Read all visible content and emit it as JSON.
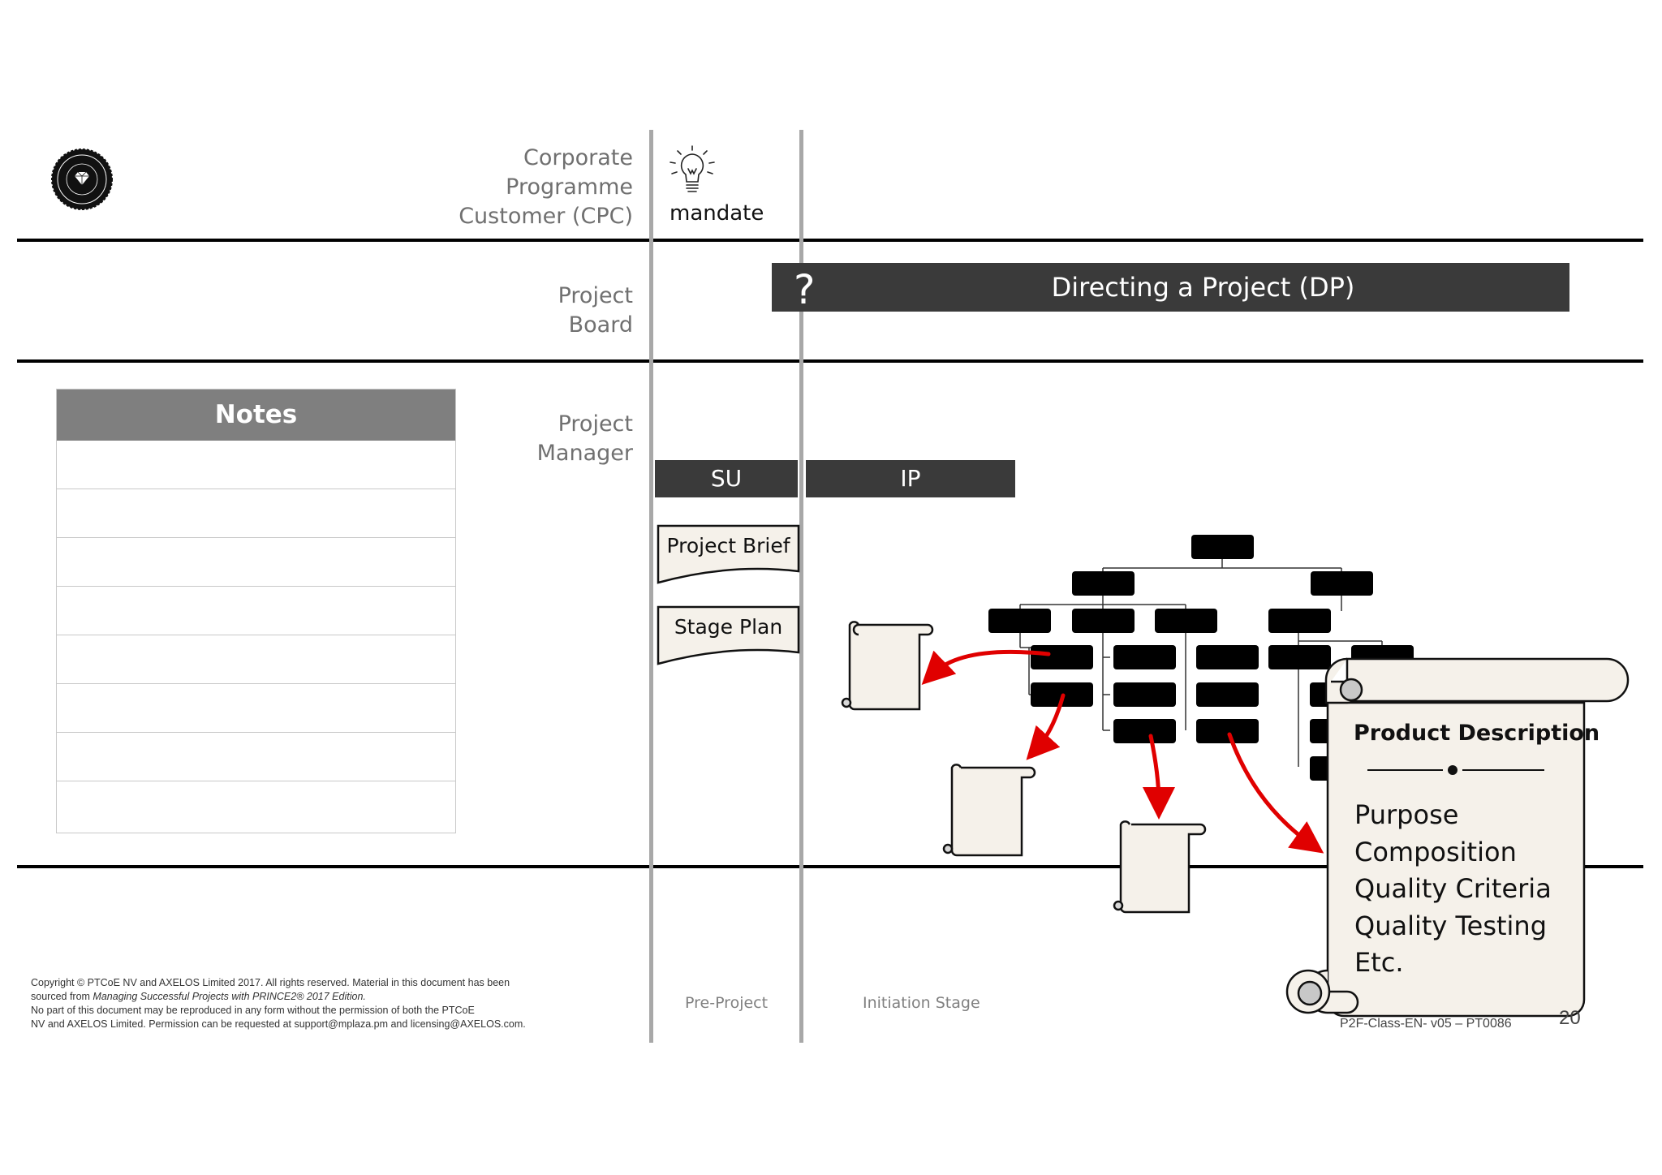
{
  "lanes": {
    "cpc": "Corporate\nProgramme\nCustomer (CPC)",
    "board": "Project\nBoard",
    "manager": "Project\nManager"
  },
  "mandate_label": "mandate",
  "question_mark": "?",
  "dp_bar": "Directing a Project (DP)",
  "su_bar": "SU",
  "ip_bar": "IP",
  "notes": {
    "title": "Notes",
    "rows": [
      "",
      "",
      "",
      "",
      "",
      "",
      "",
      ""
    ]
  },
  "documents": {
    "project_brief": "Project Brief",
    "stage_plan": "Stage Plan"
  },
  "product_description": {
    "title": "Product Description",
    "items": [
      "Purpose",
      "Composition",
      "Quality Criteria",
      "Quality Testing",
      "Etc."
    ]
  },
  "stages": {
    "pre_project": "Pre-Project",
    "initiation": "Initiation Stage"
  },
  "footer": {
    "copyright_line1": "Copyright © PTCoE NV and AXELOS Limited 2017. All rights reserved. Material in this document has been",
    "copyright_line2_prefix": "sourced from ",
    "copyright_line2_italic": "Managing Successful Projects with PRINCE2® 2017 Edition.",
    "copyright_line3": "No part of this document may be reproduced in any form without the permission of both the PTCoE",
    "copyright_line4": "NV and AXELOS Limited. Permission can be requested at support@mplaza.pm and licensing@AXELOS.com.",
    "doc_code": "P2F-Class-EN- v05 – PT0086",
    "page_number": "20"
  },
  "colors": {
    "dark_bar": "#3a3a3a",
    "notes_header": "#7f7f7f",
    "arrow": "#e00000",
    "scroll_fill": "#f5f1ea"
  },
  "icons": [
    "ptcoe-logo-icon",
    "lightbulb-icon"
  ]
}
